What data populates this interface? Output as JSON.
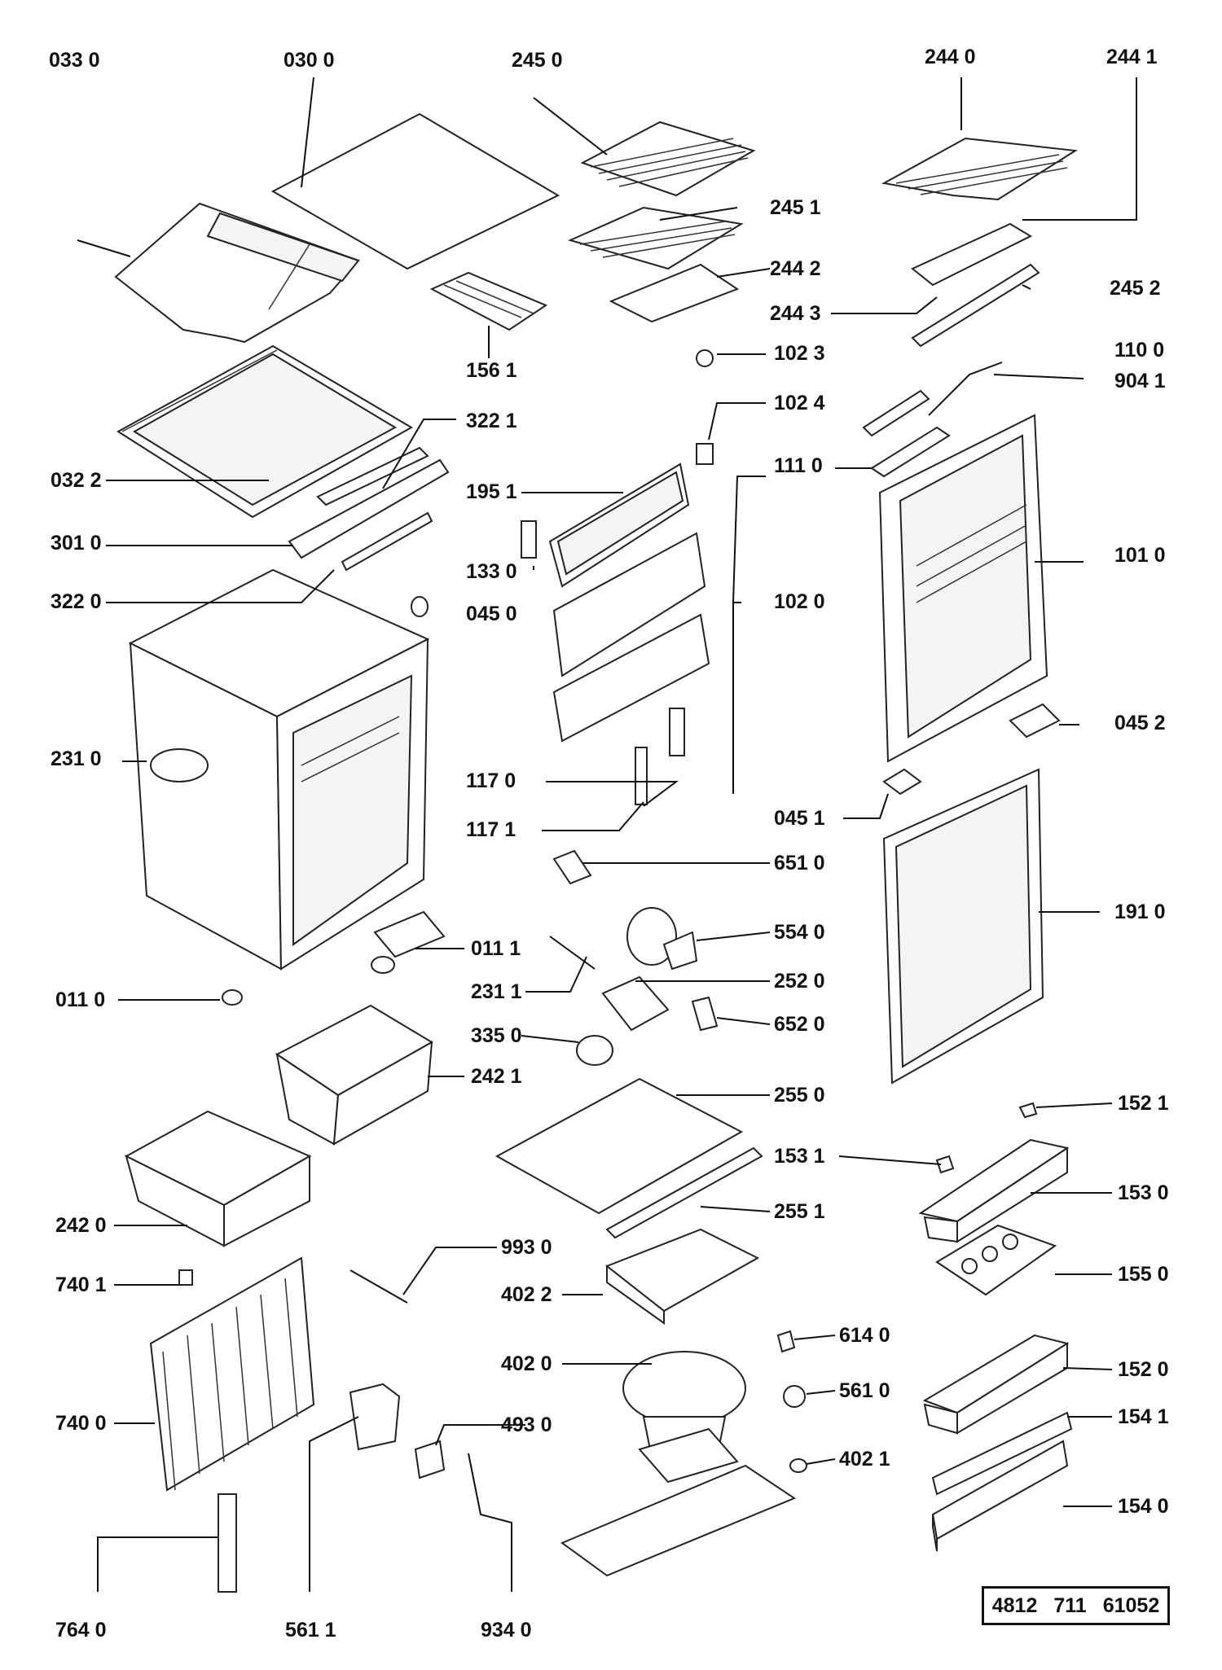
{
  "labels": {
    "p0330": "033 0",
    "p0300": "030 0",
    "p2450": "245 0",
    "p2440": "244 0",
    "p2441": "244 1",
    "p2451": "245 1",
    "p2442": "244 2",
    "p2443": "244 3",
    "p2452": "245 2",
    "p1561": "156 1",
    "p1023": "102 3",
    "p1100": "110 0",
    "p9041": "904 1",
    "p1024": "102 4",
    "p3221": "322 1",
    "p0322": "032 2",
    "p1110": "111 0",
    "p1951": "195 1",
    "p3010": "301 0",
    "p1330": "133 0",
    "p1010": "101 0",
    "p3220": "322 0",
    "p0450": "045 0",
    "p1020": "102 0",
    "p2310": "231 0",
    "p0452": "045 2",
    "p1170": "117 0",
    "p0451": "045 1",
    "p1171": "117 1",
    "p6510": "651 0",
    "p1910": "191 0",
    "p5540": "554 0",
    "p0111": "011 1",
    "p2520": "252 0",
    "p0110": "011 0",
    "p2311": "231 1",
    "p6520": "652 0",
    "p3350": "335 0",
    "p2421": "242 1",
    "p2550": "255 0",
    "p1521": "152 1",
    "p1531": "153 1",
    "p2551": "255 1",
    "p1530": "153 0",
    "p2420": "242 0",
    "p9930": "993 0",
    "p7401": "740 1",
    "p4022": "402 2",
    "p1550": "155 0",
    "p6140": "614 0",
    "p4020": "402 0",
    "p1520": "152 0",
    "p5610": "561 0",
    "p7400": "740 0",
    "p4930": "493 0",
    "p1541": "154 1",
    "p4021": "402 1",
    "p1540": "154 0",
    "p7640": "764 0",
    "p5611": "561 1",
    "p9340": "934 0"
  },
  "reference": {
    "part1": "4812",
    "part2": "711",
    "part3": "61052"
  }
}
